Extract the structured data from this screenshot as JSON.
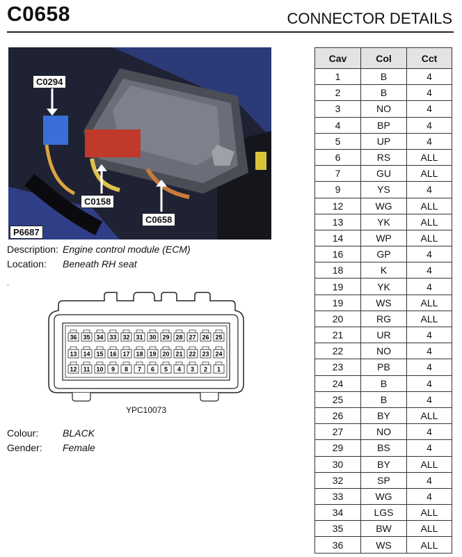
{
  "header": {
    "code": "C0658",
    "title": "CONNECTOR DETAILS"
  },
  "photo": {
    "reference": "P6687",
    "callouts": [
      {
        "label": "C0294"
      },
      {
        "label": "C0158"
      },
      {
        "label": "C0658"
      }
    ]
  },
  "description": {
    "description_label": "Description:",
    "description_value": "Engine control module (ECM)",
    "location_label": "Location:",
    "location_value": "Beneath RH seat"
  },
  "connector": {
    "reference": "YPC10073",
    "rows": [
      [
        "36",
        "35",
        "34",
        "33",
        "32",
        "31",
        "30",
        "29",
        "28",
        "27",
        "26",
        "25"
      ],
      [
        "13",
        "14",
        "15",
        "16",
        "17",
        "18",
        "19",
        "20",
        "21",
        "22",
        "23",
        "24"
      ],
      [
        "12",
        "11",
        "10",
        "9",
        "8",
        "7",
        "6",
        "5",
        "4",
        "3",
        "2",
        "1"
      ]
    ]
  },
  "attributes": {
    "colour_label": "Colour:",
    "colour_value": "BLACK",
    "gender_label": "Gender:",
    "gender_value": "Female"
  },
  "table": {
    "headers": [
      "Cav",
      "Col",
      "Cct"
    ],
    "rows": [
      [
        "1",
        "B",
        "4"
      ],
      [
        "2",
        "B",
        "4"
      ],
      [
        "3",
        "NO",
        "4"
      ],
      [
        "4",
        "BP",
        "4"
      ],
      [
        "5",
        "UP",
        "4"
      ],
      [
        "6",
        "RS",
        "ALL"
      ],
      [
        "7",
        "GU",
        "ALL"
      ],
      [
        "9",
        "YS",
        "4"
      ],
      [
        "12",
        "WG",
        "ALL"
      ],
      [
        "13",
        "YK",
        "ALL"
      ],
      [
        "14",
        "WP",
        "ALL"
      ],
      [
        "16",
        "GP",
        "4"
      ],
      [
        "18",
        "K",
        "4"
      ],
      [
        "19",
        "YK",
        "4"
      ],
      [
        "19",
        "WS",
        "ALL"
      ],
      [
        "20",
        "RG",
        "ALL"
      ],
      [
        "21",
        "UR",
        "4"
      ],
      [
        "22",
        "NO",
        "4"
      ],
      [
        "23",
        "PB",
        "4"
      ],
      [
        "24",
        "B",
        "4"
      ],
      [
        "25",
        "B",
        "4"
      ],
      [
        "26",
        "BY",
        "ALL"
      ],
      [
        "27",
        "NO",
        "4"
      ],
      [
        "29",
        "BS",
        "4"
      ],
      [
        "30",
        "BY",
        "ALL"
      ],
      [
        "32",
        "SP",
        "4"
      ],
      [
        "33",
        "WG",
        "4"
      ],
      [
        "34",
        "LGS",
        "ALL"
      ],
      [
        "35",
        "BW",
        "ALL"
      ],
      [
        "36",
        "WS",
        "ALL"
      ]
    ]
  }
}
